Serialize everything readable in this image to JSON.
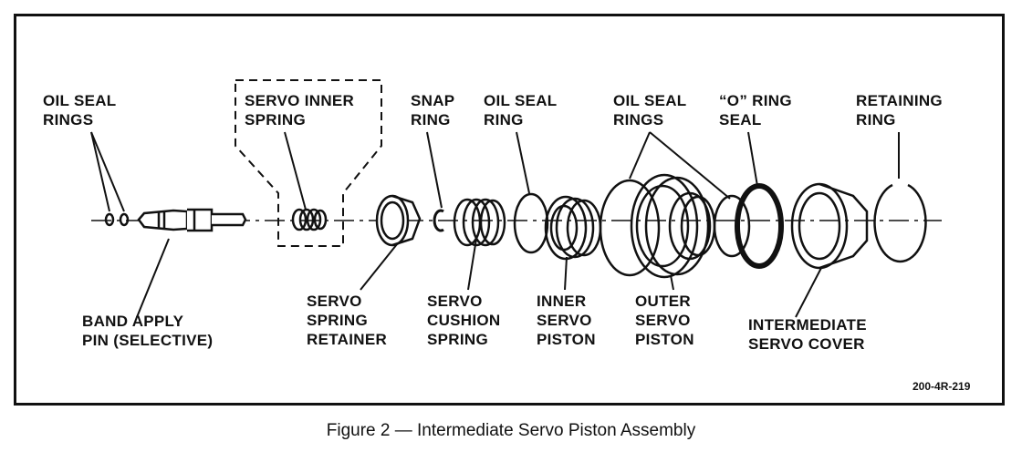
{
  "labels": {
    "oil_seal_rings_left": "OIL SEAL\nRINGS",
    "servo_inner_spring": "SERVO INNER\nSPRING",
    "snap_ring": "SNAP\nRING",
    "oil_seal_ring": "OIL SEAL\nRING",
    "oil_seal_rings_right": "OIL SEAL\nRINGS",
    "o_ring_seal": "“O” RING\nSEAL",
    "retaining_ring": "RETAINING\nRING",
    "band_apply_pin": "BAND APPLY\nPIN (SELECTIVE)",
    "servo_spring_retainer": "SERVO\nSPRING\nRETAINER",
    "servo_cushion_spring": "SERVO\nCUSHION\nSPRING",
    "inner_servo_piston": "INNER\nSERVO\nPISTON",
    "outer_servo_piston": "OUTER\nSERVO\nPISTON",
    "intermediate_servo_cover": "INTERMEDIATE\nSERVO COVER"
  },
  "figure_code": "200-4R-219",
  "caption": "Figure 2 — Intermediate Servo Piston Assembly"
}
